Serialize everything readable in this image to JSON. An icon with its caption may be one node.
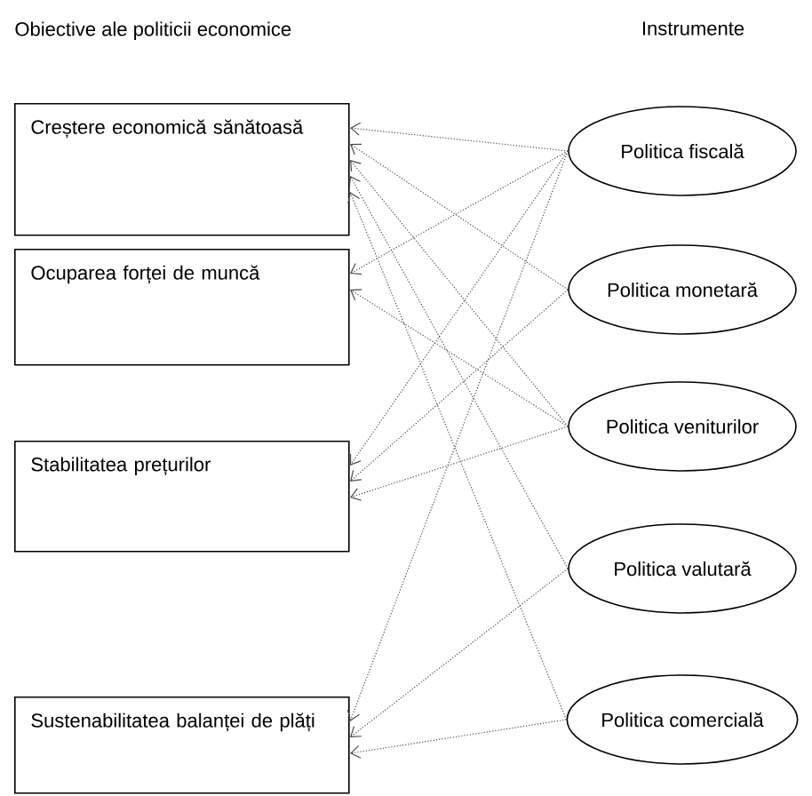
{
  "diagram": {
    "nodes": [
      {
        "text": [
          "Creștere economică sănătoasă"
        ]
      },
      {
        "text": [
          "Ocuparea forței de muncă"
        ]
      },
      {
        "text": [
          "Stabilitatea prețurilor"
        ]
      },
      {
        "text": [
          "Sustenabilitatea balanței de plăți"
        ]
      },
      {
        "text": [
          "Politica fiscală"
        ]
      },
      {
        "text": [
          "Politica monetară"
        ]
      },
      {
        "text": [
          "Politica veniturilor"
        ]
      },
      {
        "text": [
          "Politica valutară"
        ]
      },
      {
        "text": [
          "Politica comercială"
        ]
      }
    ],
    "edges": [
      {
        "from": 4,
        "to": 0,
        "arrow": "to"
      },
      {
        "from": 4,
        "to": 1,
        "arrow": "to"
      },
      {
        "from": 4,
        "to": 2,
        "arrow": "to"
      },
      {
        "from": 4,
        "to": 3,
        "arrow": "to"
      },
      {
        "from": 5,
        "to": 0,
        "arrow": "to"
      },
      {
        "from": 5,
        "to": 2,
        "arrow": "to"
      },
      {
        "from": 6,
        "to": 0,
        "arrow": "to"
      },
      {
        "from": 6,
        "to": 1,
        "arrow": "to"
      },
      {
        "from": 6,
        "to": 2,
        "arrow": "to"
      },
      {
        "from": 7,
        "to": 0,
        "arrow": "to"
      },
      {
        "from": 7,
        "to": 3,
        "arrow": "to"
      },
      {
        "from": 8,
        "to": 0,
        "arrow": "to"
      },
      {
        "from": 8,
        "to": 3,
        "arrow": "to"
      }
    ],
    "labels": [
      "Obiective ale politicii economice",
      "Instrumente"
    ]
  }
}
